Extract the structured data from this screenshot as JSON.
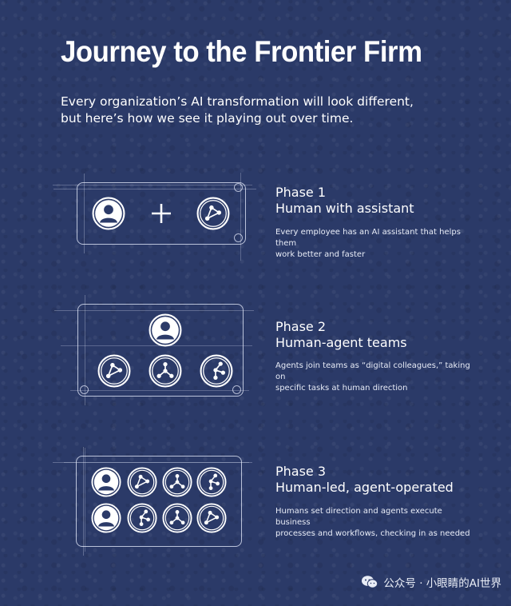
{
  "header": {
    "title": "Journey to the Frontier Firm",
    "subtitle_line1": "Every organization’s AI transformation will look different,",
    "subtitle_line2": "but here’s how we see it playing out over time."
  },
  "phases": [
    {
      "number": "Phase 1",
      "name": "Human with assistant",
      "desc_line1": "Every employee has an AI assistant that helps them",
      "desc_line2": "work better and faster",
      "icons": [
        "person-icon",
        "plus-icon",
        "agent-network-icon"
      ]
    },
    {
      "number": "Phase 2",
      "name": "Human-agent teams",
      "desc_line1": "Agents join teams as “digital colleagues,” taking on",
      "desc_line2": "specific tasks at human direction",
      "icons": [
        "person-icon",
        "agent-network-icon",
        "agent-network-icon",
        "agent-network-icon"
      ]
    },
    {
      "number": "Phase 3",
      "name": "Human-led, agent-operated",
      "desc_line1": "Humans set direction and agents execute business",
      "desc_line2": "processes and workflows, checking in as needed",
      "icons": [
        "person-icon",
        "agent-network-icon",
        "agent-network-icon",
        "agent-network-icon",
        "person-icon",
        "agent-network-icon",
        "agent-network-icon",
        "agent-network-icon"
      ]
    }
  ],
  "watermark": {
    "text": "公众号 · 小眼睛的AI世界",
    "icon": "wechat-icon"
  },
  "colors": {
    "background": "#2b3a68",
    "foreground": "#ffffff"
  }
}
